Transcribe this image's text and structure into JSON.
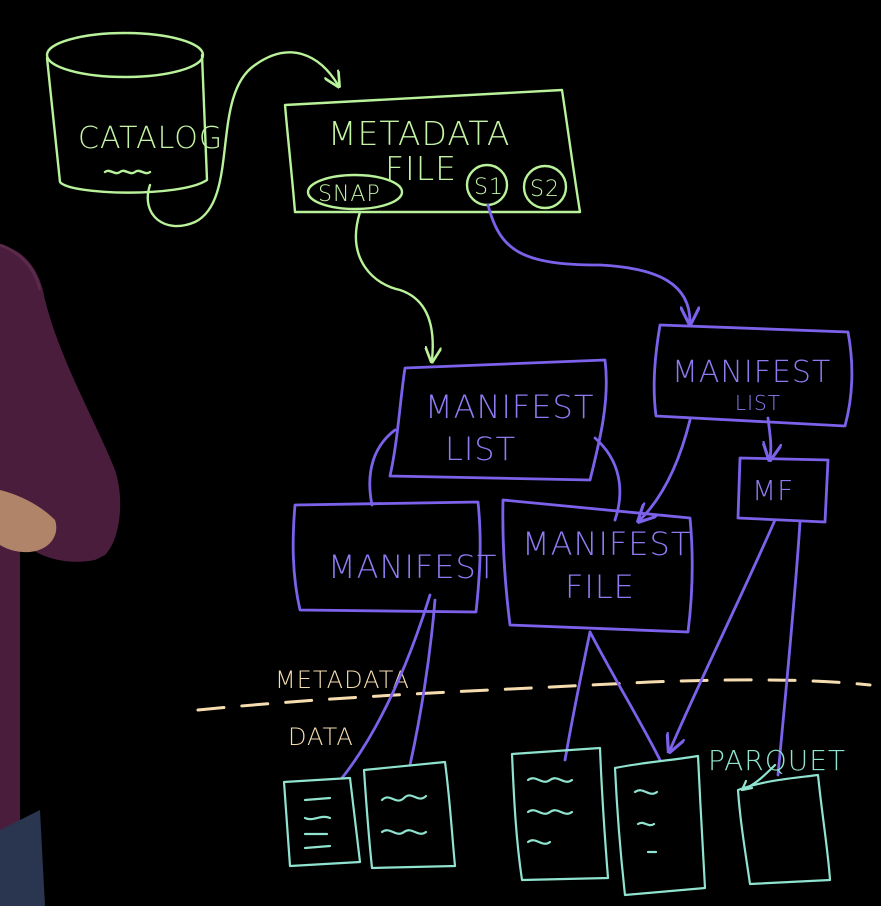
{
  "catalog": {
    "label": "CATALOG"
  },
  "metadata_file": {
    "line1": "METADATA",
    "line2": "FILE",
    "snap_label": "SNAP",
    "s1_label": "S1",
    "s2_label": "S2"
  },
  "manifest_list_main": {
    "line1": "MANIFEST",
    "line2": "LIST"
  },
  "manifest_list_right": {
    "line1": "MANIFEST",
    "line2": "LIST"
  },
  "mf_box": {
    "label": "MF"
  },
  "manifest_left": {
    "label": "MANIFEST"
  },
  "manifest_file": {
    "line1": "MANIFEST",
    "line2": "FILE"
  },
  "divider": {
    "upper_label": "METADATA",
    "lower_label": "DATA"
  },
  "parquet": {
    "label": "PARQUET"
  },
  "colors": {
    "background": "#000000",
    "green": "#b9f29a",
    "purple": "#7c62ea",
    "teal": "#8fe3cf",
    "cream": "#f6ddb0",
    "presenter_shirt": "#4a1d3c"
  }
}
